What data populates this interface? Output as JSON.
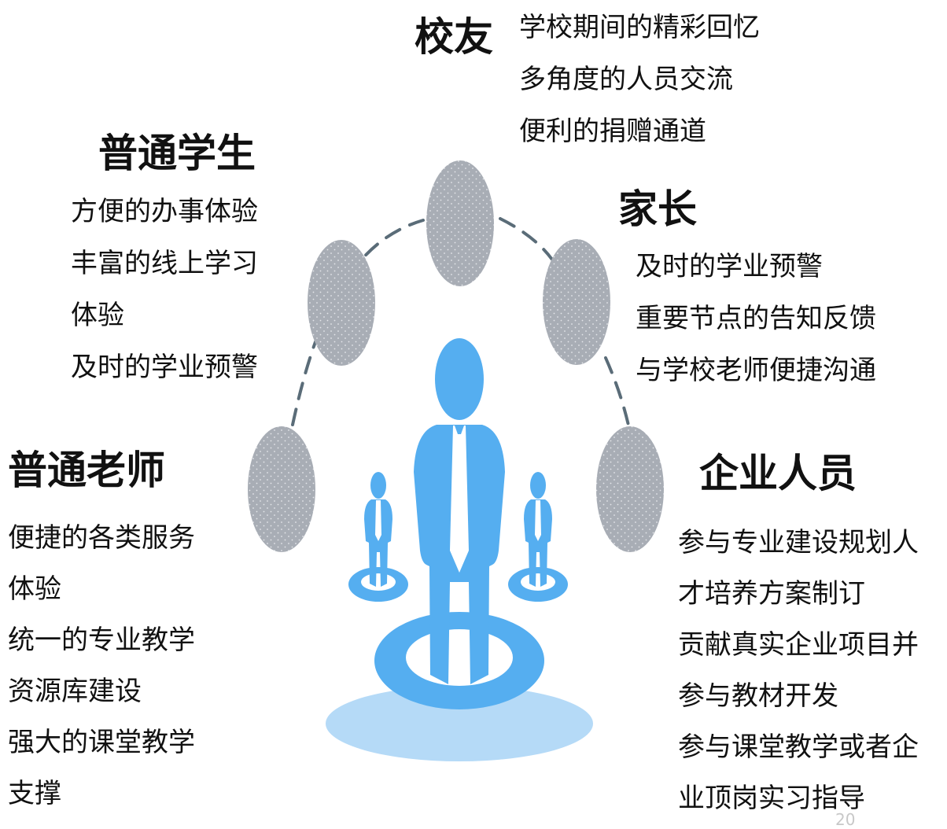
{
  "groups": {
    "alumni": {
      "title": "校友",
      "items": [
        "学校期间的精彩回忆",
        "多角度的人员交流",
        "便利的捐赠通道"
      ]
    },
    "students": {
      "title": "普通学生",
      "items": [
        "方便的办事体验",
        "丰富的线上学习",
        "体验",
        "及时的学业预警"
      ]
    },
    "parents": {
      "title": "家长",
      "items": [
        "及时的学业预警",
        "重要节点的告知反馈",
        "与学校老师便捷沟通"
      ]
    },
    "teachers": {
      "title": "普通老师",
      "items": [
        "便捷的各类服务",
        "体验",
        "统一的专业教学",
        "资源库建设",
        "强大的课堂教学",
        "支撑"
      ]
    },
    "enterprise": {
      "title": "企业人员",
      "items": [
        "参与专业建设规划人",
        "才培养方案制订",
        "贡献真实企业项目并",
        "参与教材开发",
        "参与课堂教学或者企",
        "业顶岗实习指导"
      ]
    }
  },
  "page_number": "20",
  "colors": {
    "figure": "#55aef0",
    "base_light": "#b5daf7",
    "node": "#a8adb5",
    "dash": "#5a6c78"
  }
}
